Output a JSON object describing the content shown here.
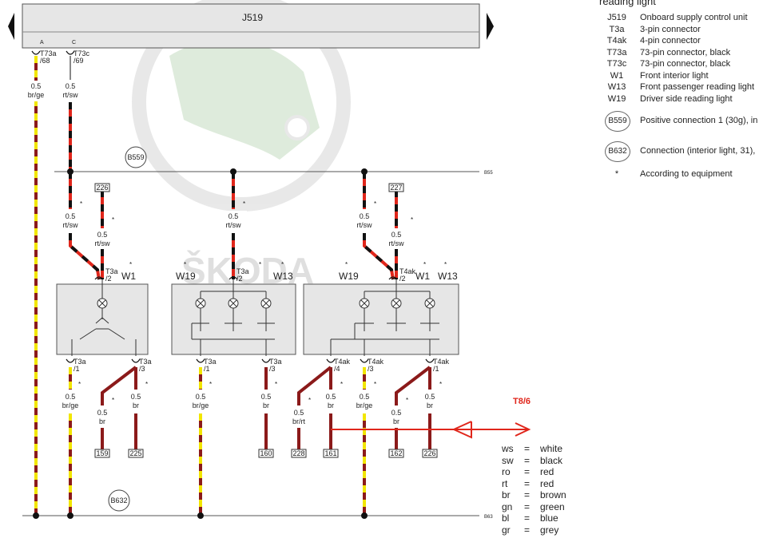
{
  "unit": "J519",
  "pins": {
    "a": "A",
    "c": "C"
  },
  "conn": {
    "t73a68": [
      "T73a",
      "/68"
    ],
    "t73c69": [
      "T73c",
      "/69"
    ],
    "t3a2a": [
      "T3a",
      "/2"
    ],
    "t3a2b": [
      "T3a",
      "/2"
    ],
    "t4ak2": [
      "T4ak",
      "/2"
    ],
    "t3a1a": [
      "T3a",
      "/1"
    ],
    "t3a3a": [
      "T3a",
      "/3"
    ],
    "t3a1b": [
      "T3a",
      "/1"
    ],
    "t3a3b": [
      "T3a",
      "/3"
    ],
    "t4ak4": [
      "T4ak",
      "/4"
    ],
    "t4ak3": [
      "T4ak",
      "/3"
    ],
    "t4ak1": [
      "T4ak",
      "/1"
    ]
  },
  "wires": {
    "w1": [
      "0.5",
      "br/ge"
    ],
    "w2": [
      "0.5",
      "rt/sw"
    ],
    "w3": [
      "0.5",
      "rt/sw"
    ],
    "w4": [
      "0.5",
      "rt/sw"
    ],
    "w5": [
      "0.5",
      "rt/sw"
    ],
    "w6": [
      "0.5",
      "rt/sw"
    ],
    "w7": [
      "0.5",
      "rt/sw"
    ],
    "w8": [
      "0.5",
      "br/ge"
    ],
    "w9": [
      "0.5",
      "br"
    ],
    "w10": [
      "0.5",
      "br"
    ],
    "w11": [
      "0.5",
      "br/ge"
    ],
    "w12": [
      "0.5",
      "br"
    ],
    "w13": [
      "0.5",
      "br/rt"
    ],
    "w14": [
      "0.5",
      "br"
    ],
    "w15": [
      "0.5",
      "br/ge"
    ],
    "w16": [
      "0.5",
      "br"
    ],
    "w17": [
      "0.5",
      "br"
    ]
  },
  "refs": {
    "r226": "226",
    "r227": "227",
    "r159": "159",
    "r225": "225",
    "r160": "160",
    "r228": "228",
    "r161": "161",
    "r162": "162",
    "r226b": "226"
  },
  "busLabels": {
    "top": "B55",
    "bottom": "B63"
  },
  "circles": {
    "b559": "B559",
    "b632": "B632"
  },
  "comp": {
    "w1a": "W1",
    "w19a": "W19",
    "w13a": "W13",
    "w19b": "W19",
    "w1b": "W1",
    "w13b": "W13"
  },
  "asterisk": "*",
  "annotation": {
    "label": "T8/6",
    "color": "#e0261b"
  },
  "legend": {
    "heading": "reading light",
    "items": [
      {
        "code": "J519",
        "desc": "Onboard supply control unit"
      },
      {
        "code": "T3a",
        "desc": "3-pin connector"
      },
      {
        "code": "T4ak",
        "desc": "4-pin connector"
      },
      {
        "code": "T73a",
        "desc": "73-pin connector, black"
      },
      {
        "code": "T73c",
        "desc": "73-pin connector, black"
      },
      {
        "code": "W1",
        "desc": "Front interior light"
      },
      {
        "code": "W13",
        "desc": "Front passenger reading light"
      },
      {
        "code": "W19",
        "desc": "Driver side reading light"
      }
    ],
    "circled": [
      {
        "code": "B559",
        "desc": "Positive connection 1 (30g), in"
      },
      {
        "code": "B632",
        "desc": "Connection (interior light, 31),"
      }
    ],
    "note": {
      "mark": "*",
      "desc": "According to equipment"
    }
  },
  "colorCodes": [
    {
      "code": "ws",
      "eq": "=",
      "name": "white"
    },
    {
      "code": "sw",
      "eq": "=",
      "name": "black"
    },
    {
      "code": "ro",
      "eq": "=",
      "name": "red"
    },
    {
      "code": "rt",
      "eq": "=",
      "name": "red"
    },
    {
      "code": "br",
      "eq": "=",
      "name": "brown"
    },
    {
      "code": "gn",
      "eq": "=",
      "name": "green"
    },
    {
      "code": "bl",
      "eq": "=",
      "name": "blue"
    },
    {
      "code": "gr",
      "eq": "=",
      "name": "grey"
    }
  ],
  "watermark": {
    "brand": "ŠKODA"
  },
  "colors": {
    "brown": "#8b1a1a",
    "red": "#e0261b",
    "yellow": "#f2e600",
    "black": "#111111",
    "box": "#e6e6e6"
  }
}
